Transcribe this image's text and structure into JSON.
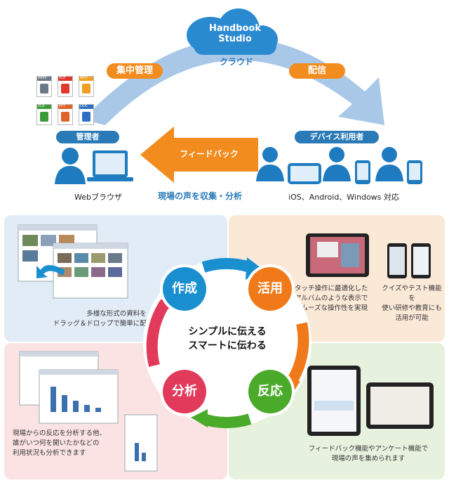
{
  "cloud": {
    "line1": "Handbook",
    "line2": "Studio",
    "caption": "クラウド"
  },
  "arc": {
    "left_tag": "集中管理",
    "right_tag": "配信"
  },
  "admin": {
    "tag": "管理者",
    "caption": "Webブラウザ"
  },
  "device_users": {
    "tag": "デバイス利用者",
    "caption": "iOS、Android、Windows 対応"
  },
  "feedback": {
    "arrow_label": "フィードバック",
    "caption": "現場の声を収集・分析"
  },
  "file_icons": [
    {
      "ext": "WMV",
      "color": "#6b7a86",
      "icon": "film-icon"
    },
    {
      "ext": "PDF",
      "color": "#e03a2f",
      "icon": "pdf-icon"
    },
    {
      "ext": "MP3",
      "color": "#f0a020",
      "icon": "music-icon"
    },
    {
      "ext": "XLS",
      "color": "#3a9a3a",
      "icon": "chart-icon"
    },
    {
      "ext": "PPT",
      "color": "#e0642a",
      "icon": "pie-icon"
    },
    {
      "ext": "DOC",
      "color": "#2d6fc2",
      "icon": "word-icon"
    }
  ],
  "cycle": {
    "center_line1": "シンプルに伝える",
    "center_line2": "スマートに伝わる",
    "create": "作成",
    "use": "活用",
    "react": "反応",
    "analyze": "分析"
  },
  "panels": {
    "create_text": [
      "多様な形式の資料を",
      "ドラッグ＆ドロップで簡単に配信できます"
    ],
    "use_text_a": [
      "タッチ操作に最適化した",
      "アルバムのような表示で",
      "スムーズな操作性を実現"
    ],
    "use_text_b": [
      "クイズやテスト機能を",
      "使い研修や教育にも",
      "活用が可能"
    ],
    "analyze_text": [
      "現場からの反応を分析する他、",
      "誰がいつ何を開いたかなどの",
      "利用状況も分析できます"
    ],
    "react_text": [
      "フィードバック機能やアンケート機能で",
      "現場の声を集められます"
    ]
  },
  "colors": {
    "create": "#1a8fd0",
    "use": "#f07a1a",
    "react": "#4aaa2a",
    "analyze": "#e23a5a",
    "arc": "#a9c8e8",
    "tag_orange": "#f28c1e",
    "tag_blue": "#2a7ab8",
    "figure": "#1f7bbf"
  }
}
